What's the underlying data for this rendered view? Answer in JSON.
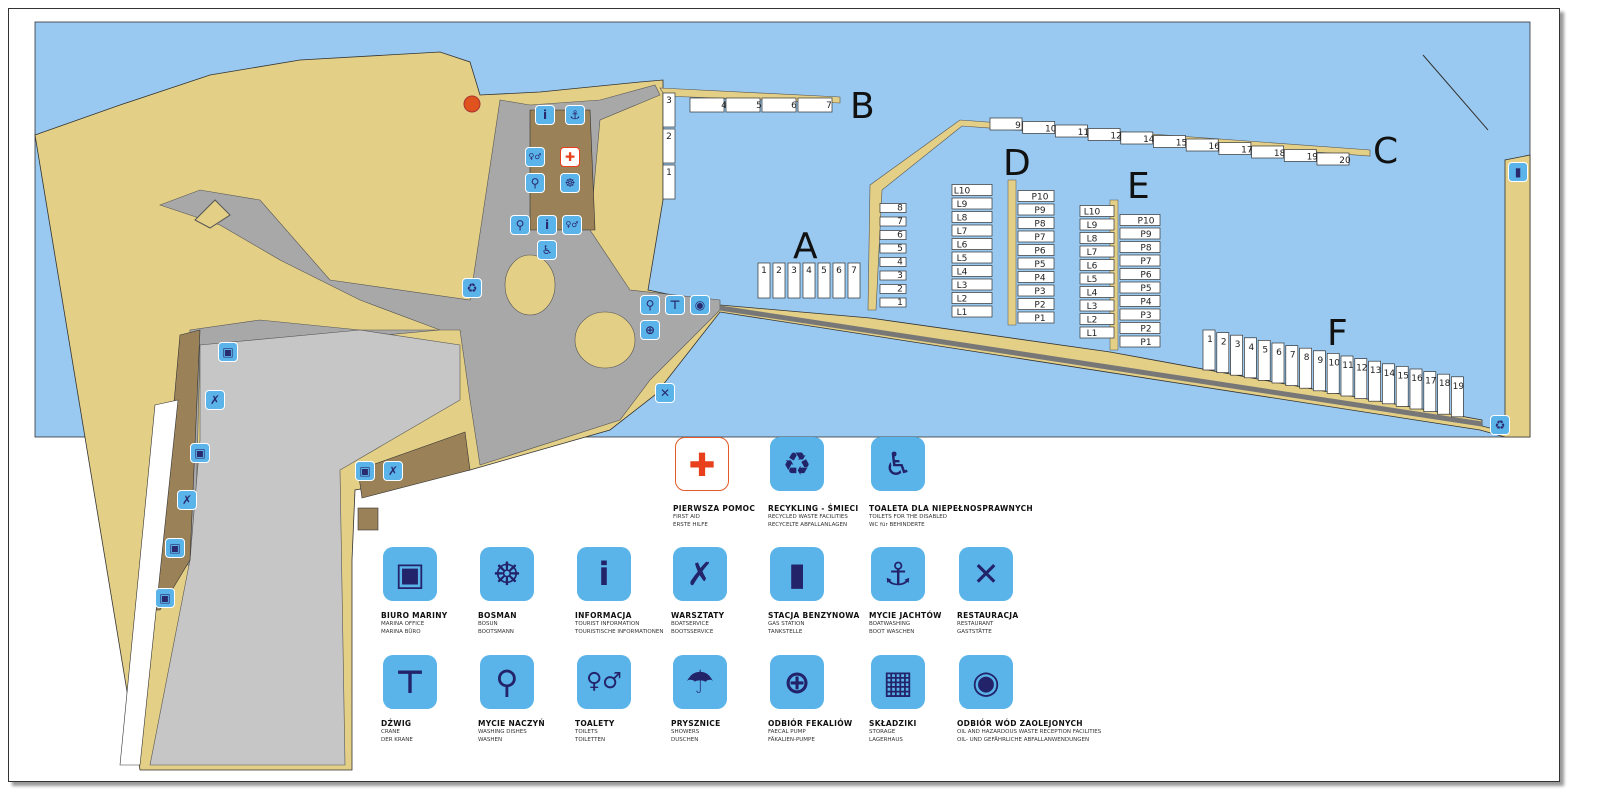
{
  "piers": {
    "A": {
      "label": "A",
      "berths": [
        "1",
        "2",
        "3",
        "4",
        "5",
        "6",
        "7"
      ],
      "slips": [
        "1",
        "2",
        "3",
        "4",
        "5",
        "6",
        "7",
        "8"
      ]
    },
    "B": {
      "label": "B",
      "berths_vertical": [
        "3",
        "2",
        "1"
      ],
      "berths": [
        "4",
        "5",
        "6",
        "7"
      ]
    },
    "C": {
      "label": "C",
      "berths": [
        "9",
        "10",
        "11",
        "12",
        "14",
        "15",
        "16",
        "17",
        "18",
        "19",
        "20"
      ]
    },
    "D": {
      "label": "D",
      "left": [
        "L1",
        "L2",
        "L3",
        "L4",
        "L5",
        "L6",
        "L7",
        "L8",
        "L9",
        "L10"
      ],
      "right": [
        "P1",
        "P2",
        "P3",
        "P4",
        "P5",
        "P6",
        "P7",
        "P8",
        "P9",
        "P10"
      ]
    },
    "E": {
      "label": "E",
      "left": [
        "L1",
        "L2",
        "L3",
        "L4",
        "L5",
        "L6",
        "L7",
        "L8",
        "L9",
        "L10"
      ],
      "right": [
        "P1",
        "P2",
        "P3",
        "P4",
        "P5",
        "P6",
        "P7",
        "P8",
        "P9",
        "P10"
      ]
    },
    "F": {
      "label": "F",
      "berths": [
        "1",
        "2",
        "3",
        "4",
        "5",
        "6",
        "7",
        "8",
        "9",
        "10",
        "11",
        "12",
        "13",
        "14",
        "15",
        "16",
        "17",
        "18",
        "19"
      ]
    }
  },
  "colors": {
    "water": "#99c9f0",
    "land": "#e3cf86",
    "road": "#a8a8a8",
    "building": "#9a8158",
    "icon": "#5ab4ea",
    "first_aid": "#e8401c"
  },
  "legend": [
    {
      "icon": "first-aid-icon",
      "glyph": "✚",
      "title": "PIERWSZA POMOC",
      "sub1": "FIRST AID",
      "sub2": "ERSTE HILFE"
    },
    {
      "icon": "recycling-icon",
      "glyph": "♻",
      "title": "RECYKLING - ŚMIECI",
      "sub1": "RECYCLED WASTE FACILITIES",
      "sub2": "RECYCELTE ABFALLANLAGEN"
    },
    {
      "icon": "wheelchair-icon",
      "glyph": "♿",
      "title": "TOALETA DLA NIEPEŁNOSPRAWNYCH",
      "sub1": "TOILETS FOR THE DISABLED",
      "sub2": "WC für BEHINDERTE"
    },
    {
      "icon": "marina-office-icon",
      "glyph": "▣",
      "title": "BIURO MARINY",
      "sub1": "MARINA OFFICE",
      "sub2": "MARINA BÜRO"
    },
    {
      "icon": "bosun-icon",
      "glyph": "☸",
      "title": "BOSMAN",
      "sub1": "BOSUN",
      "sub2": "BOOTSMANN"
    },
    {
      "icon": "information-icon",
      "glyph": "i",
      "title": "INFORMACJA",
      "sub1": "TOURIST INFORMATION",
      "sub2": "TOURISTISCHE INFORMATIONEN"
    },
    {
      "icon": "workshop-icon",
      "glyph": "✗",
      "title": "WARSZTATY",
      "sub1": "BOATSERVICE",
      "sub2": "BOOTSSERVICE"
    },
    {
      "icon": "gas-station-icon",
      "glyph": "▮",
      "title": "STACJA BENZYNOWA",
      "sub1": "GAS STATION",
      "sub2": "TANKSTELLE"
    },
    {
      "icon": "boat-washing-icon",
      "glyph": "⚓",
      "title": "MYCIE JACHTÓW",
      "sub1": "BOATWASHING",
      "sub2": "BOOT WASCHEN"
    },
    {
      "icon": "restaurant-icon",
      "glyph": "✕",
      "title": "RESTAURACJA",
      "sub1": "RESTAURANT",
      "sub2": "GASTSTÄTTE"
    },
    {
      "icon": "crane-icon",
      "glyph": "⊤",
      "title": "DŹWIG",
      "sub1": "CRANE",
      "sub2": "DER KRANE"
    },
    {
      "icon": "dish-washing-icon",
      "glyph": "⚲",
      "title": "MYCIE NACZYŃ",
      "sub1": "WASHING DISHES",
      "sub2": "WASHEN"
    },
    {
      "icon": "toilets-icon",
      "glyph": "♀♂",
      "title": "TOALETY",
      "sub1": "TOILETS",
      "sub2": "TOILETTEN"
    },
    {
      "icon": "showers-icon",
      "glyph": "☂",
      "title": "PRYSZNICE",
      "sub1": "SHOWERS",
      "sub2": "DUSCHEN"
    },
    {
      "icon": "faecal-pump-icon",
      "glyph": "⊕",
      "title": "ODBIÓR FEKALIÓW",
      "sub1": "FAECAL PUMP",
      "sub2": "FÄKALIEN-PUMPE"
    },
    {
      "icon": "storage-icon",
      "glyph": "▦",
      "title": "SKŁADZIKI",
      "sub1": "STORAGE",
      "sub2": "LAGERHAUS"
    },
    {
      "icon": "oil-waste-icon",
      "glyph": "◉",
      "title": "ODBIÓR WÓD ZAOLEJONYCH",
      "sub1": "OIL AND HAZARDOUS WASTE RECEPTION FACILITIES",
      "sub2": "OIL- UND GEFÄHRLICHE ABFALLANWENDUNGEN"
    }
  ]
}
